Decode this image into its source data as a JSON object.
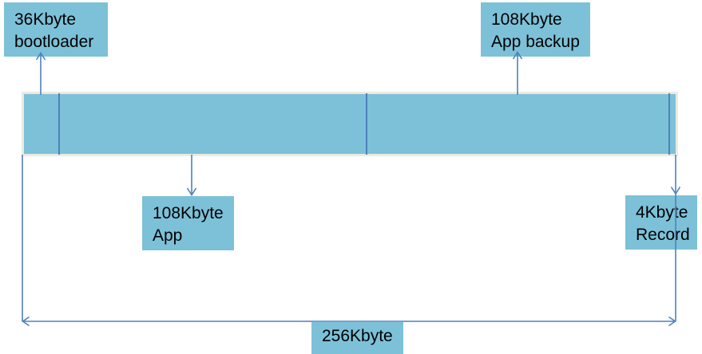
{
  "colors": {
    "box_fill": "#7CC1D8",
    "line": "#4F81BD",
    "bar_border": "#EDEAE0"
  },
  "memory_map": {
    "total_label": "256Kbyte",
    "segments": [
      {
        "name": "bootloader",
        "label_lines": [
          "36Kbyte",
          "bootloader"
        ]
      },
      {
        "name": "app",
        "label_lines": [
          "108Kbyte",
          "App"
        ]
      },
      {
        "name": "app-backup",
        "label_lines": [
          "108Kbyte",
          "App backup"
        ]
      },
      {
        "name": "record",
        "label_lines": [
          "4Kbyte",
          "Record"
        ]
      }
    ]
  }
}
